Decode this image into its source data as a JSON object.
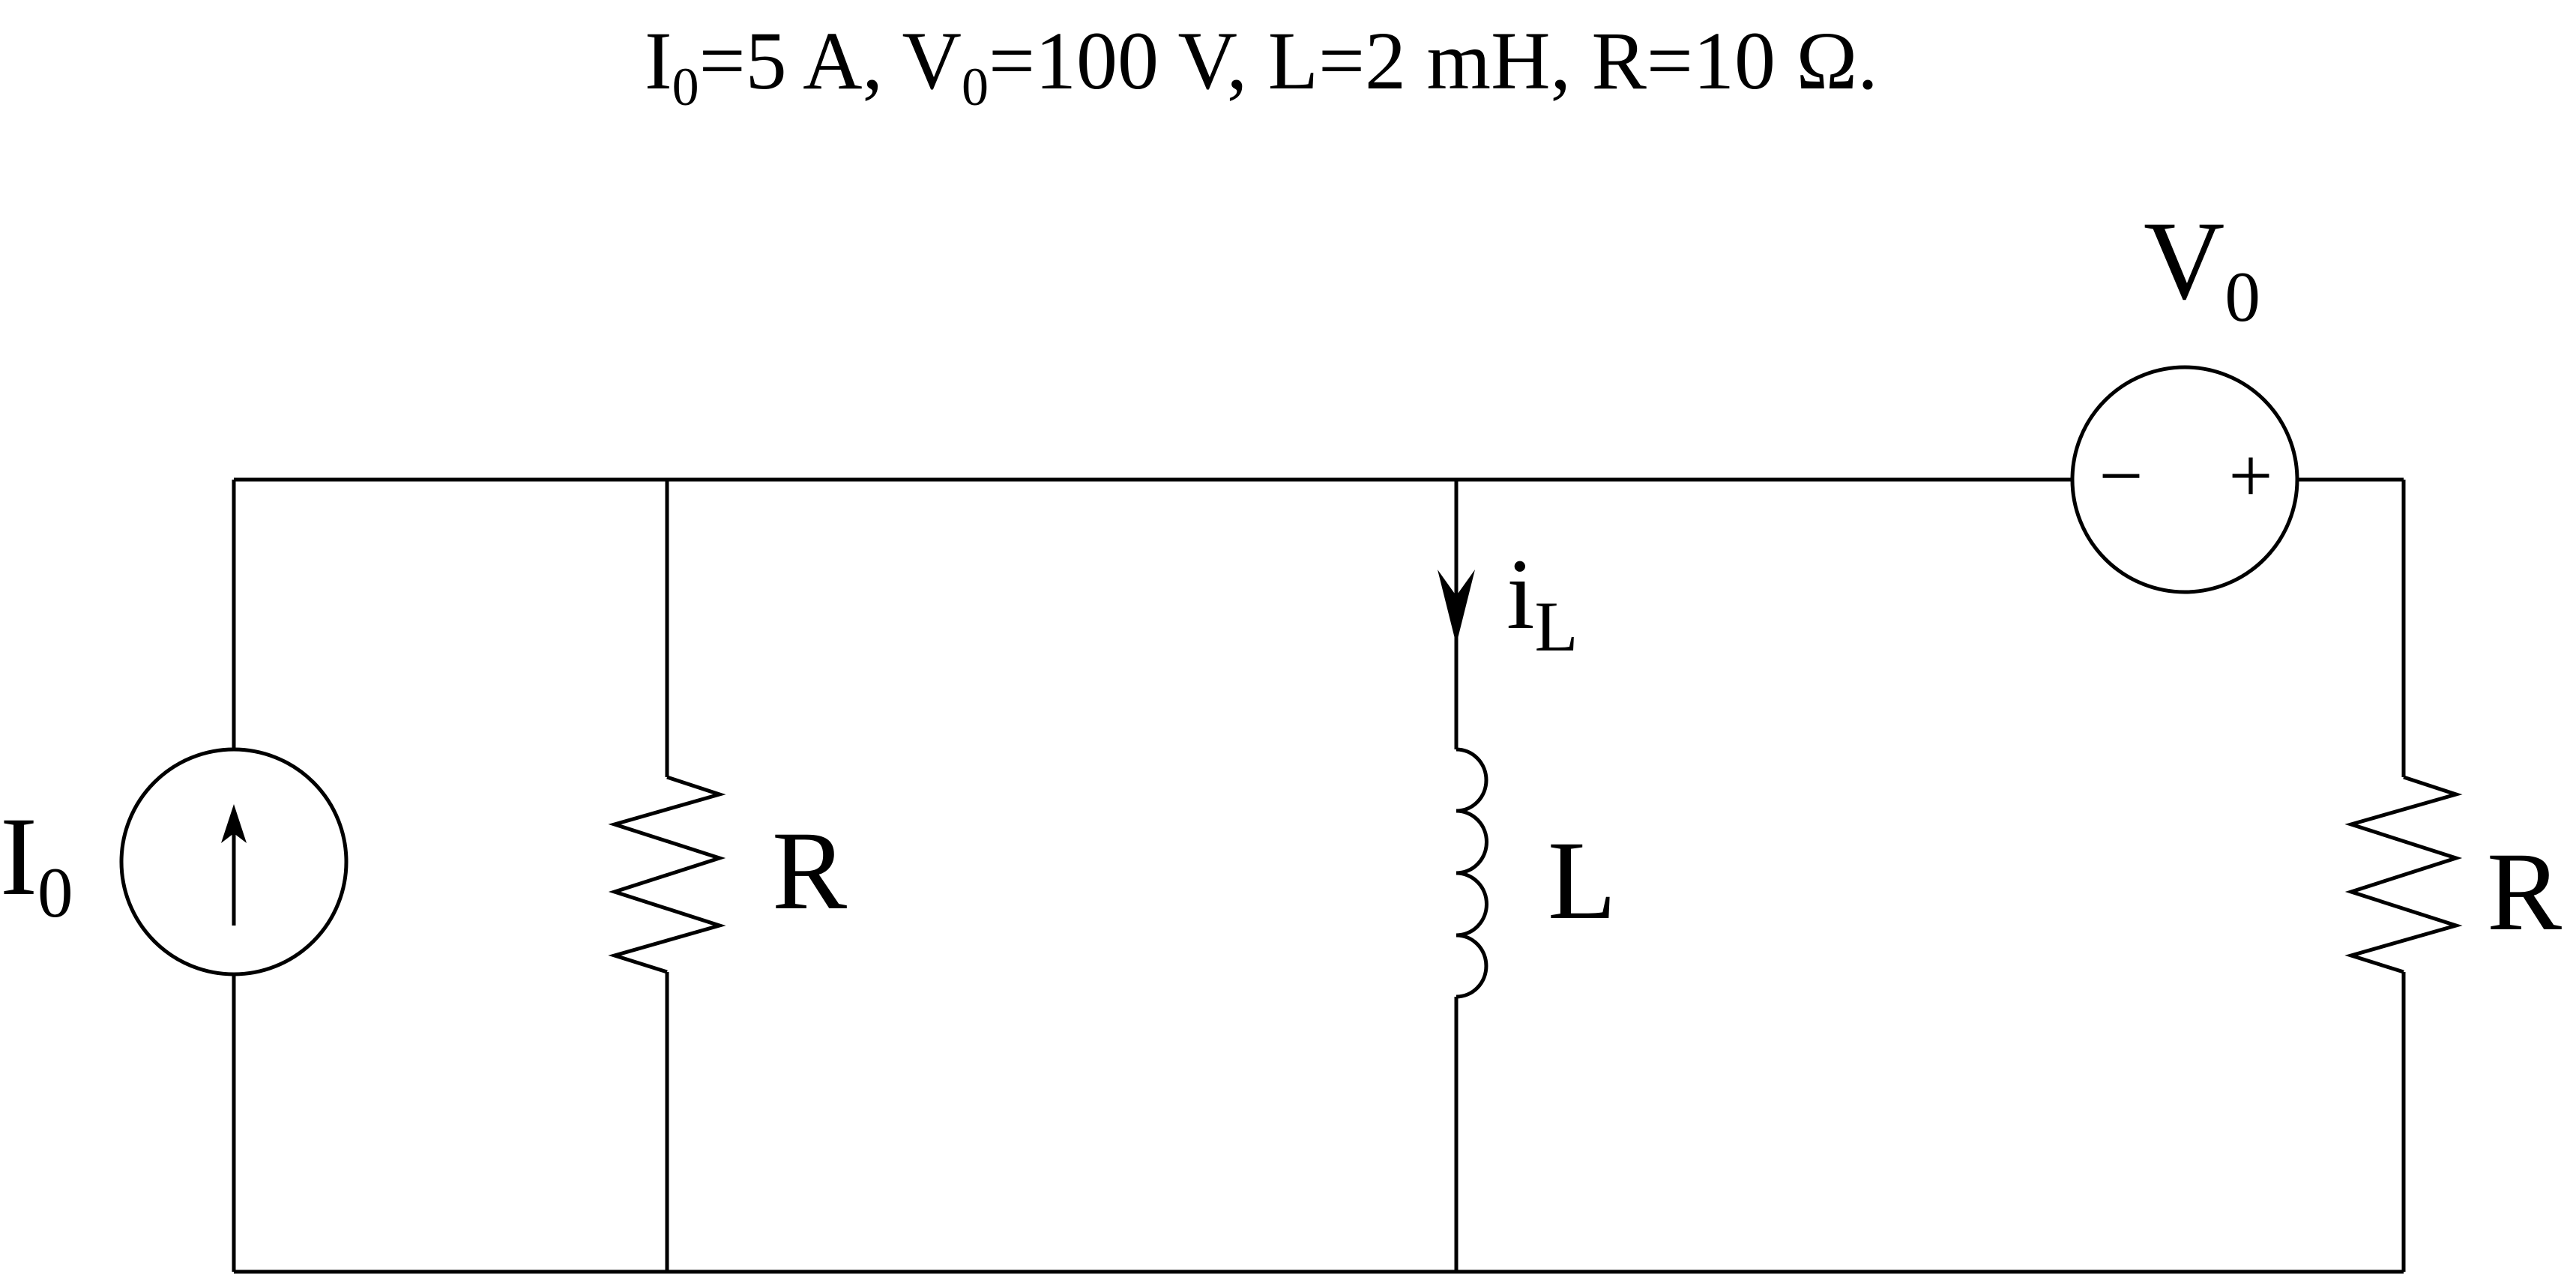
{
  "params": {
    "line": [
      {
        "t": "I"
      },
      {
        "t": "0",
        "sub": true
      },
      {
        "t": "=5 A,  V"
      },
      {
        "t": "0",
        "sub": true
      },
      {
        "t": "=100 V,  L=2 mH,  R=10 Ω."
      }
    ]
  },
  "components": {
    "current_source": {
      "symbol": "I",
      "sub": "0"
    },
    "resistor_left": {
      "symbol": "R"
    },
    "inductor": {
      "symbol": "L"
    },
    "inductor_current": {
      "symbol": "i",
      "sub": "L"
    },
    "voltage_source": {
      "symbol": "V",
      "sub": "0",
      "minus": "−",
      "plus": "+"
    },
    "resistor_right": {
      "symbol": "R"
    }
  },
  "colors": {
    "line": "#000000",
    "background": "#ffffff"
  }
}
